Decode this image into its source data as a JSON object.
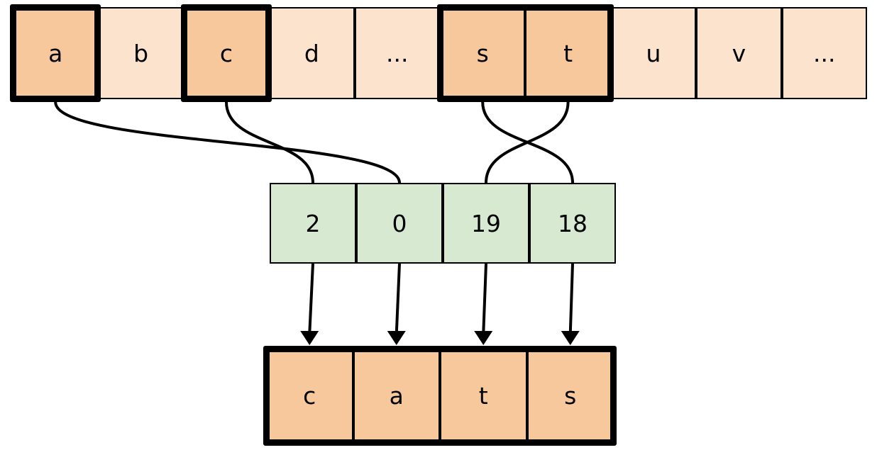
{
  "diagram": {
    "title": "String indexing / gather diagram",
    "colors": {
      "alphabet_cell_fill": "#FBE3CD",
      "alphabet_cell_highlight_fill": "#F6C89B",
      "index_cell_fill": "#D8E9D1",
      "result_cell_fill": "#F6C89B",
      "border": "#000000",
      "background": "#FFFFFF"
    }
  },
  "alphabet_row": {
    "name": "alphabet-row",
    "cells": [
      {
        "label": "a",
        "highlighted": true,
        "outlined": true
      },
      {
        "label": "b",
        "highlighted": false,
        "outlined": false
      },
      {
        "label": "c",
        "highlighted": true,
        "outlined": true
      },
      {
        "label": "d",
        "highlighted": false,
        "outlined": false
      },
      {
        "label": "...",
        "highlighted": false,
        "outlined": false
      },
      {
        "label": "s",
        "highlighted": true,
        "outlined": true
      },
      {
        "label": "t",
        "highlighted": true,
        "outlined": true
      },
      {
        "label": "u",
        "highlighted": false,
        "outlined": false
      },
      {
        "label": "v",
        "highlighted": false,
        "outlined": false
      },
      {
        "label": "...",
        "highlighted": false,
        "outlined": false
      }
    ]
  },
  "index_row": {
    "name": "index-row",
    "cells": [
      {
        "label": "2"
      },
      {
        "label": "0"
      },
      {
        "label": "19"
      },
      {
        "label": "18"
      }
    ]
  },
  "result_row": {
    "name": "result-row",
    "cells": [
      {
        "label": "c"
      },
      {
        "label": "a"
      },
      {
        "label": "t"
      },
      {
        "label": "s"
      }
    ]
  },
  "links": {
    "name": "index-lookup-curves",
    "description": "curved connectors from highlighted alphabet letters to their index positions",
    "pairs": [
      {
        "from_letter": "a",
        "to_index_value": "0"
      },
      {
        "from_letter": "c",
        "to_index_value": "2"
      },
      {
        "from_letter": "s",
        "to_index_value": "18"
      },
      {
        "from_letter": "t",
        "to_index_value": "19"
      }
    ]
  },
  "arrows": {
    "name": "index-to-result-arrows",
    "pairs": [
      {
        "from_index_value": "2",
        "to_letter": "c"
      },
      {
        "from_index_value": "0",
        "to_letter": "a"
      },
      {
        "from_index_value": "19",
        "to_letter": "t"
      },
      {
        "from_index_value": "18",
        "to_letter": "s"
      }
    ]
  }
}
